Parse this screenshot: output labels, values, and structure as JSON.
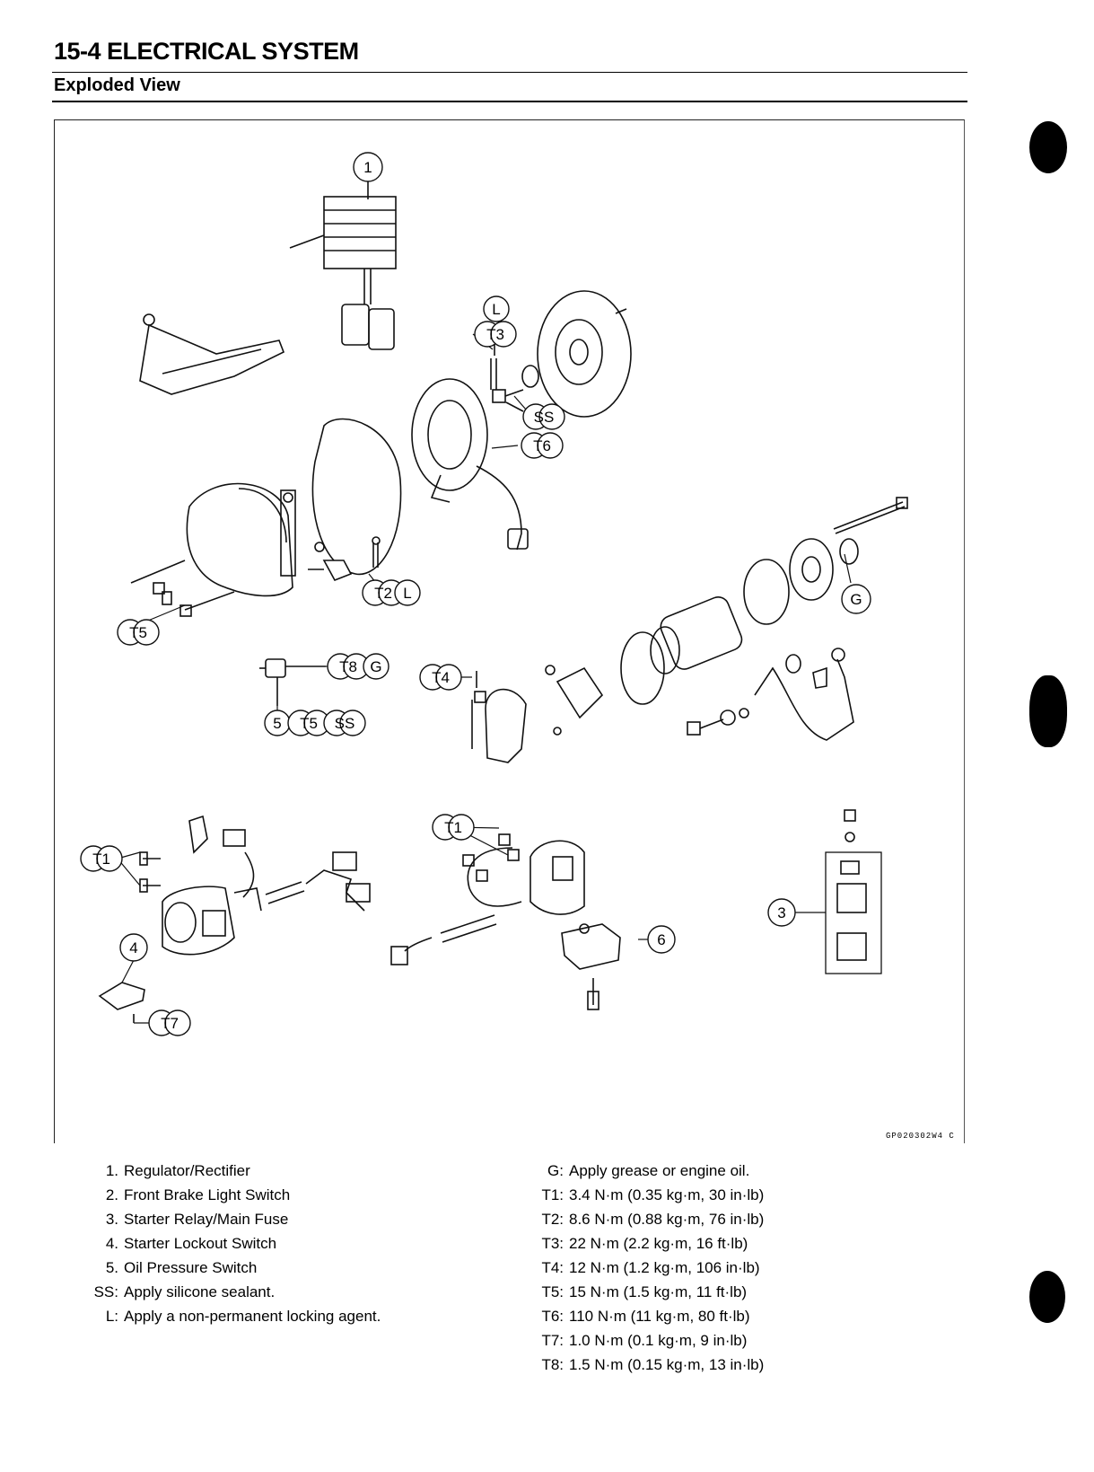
{
  "header": {
    "title": "15-4 ELECTRICAL SYSTEM",
    "subtitle": "Exploded View"
  },
  "diagram": {
    "code": "GP020302W4 C",
    "callouts": {
      "c1": "1",
      "c_l1": "L",
      "c_t3": "T3",
      "c_t6": "T6",
      "c_ss1": "SS",
      "c_t2": "T2",
      "c_l2": "L",
      "c_t5a": "T5",
      "c_g1": "G",
      "c_t8": "T8",
      "c_g2": "G",
      "c_t4": "T4",
      "c5": "5",
      "c_t5b": "T5",
      "c_ss2": "SS",
      "c_t1a": "T1",
      "c_t1b": "T1",
      "c4": "4",
      "c_t7": "T7",
      "c6": "6",
      "c3": "3"
    }
  },
  "legend_left": [
    {
      "key": "1.",
      "text": "Regulator/Rectifier"
    },
    {
      "key": "2.",
      "text": "Front Brake Light Switch"
    },
    {
      "key": "3.",
      "text": "Starter Relay/Main Fuse"
    },
    {
      "key": "4.",
      "text": "Starter Lockout Switch"
    },
    {
      "key": "5.",
      "text": "Oil Pressure Switch"
    },
    {
      "key": "SS:",
      "text": "Apply silicone sealant."
    },
    {
      "key": "L:",
      "text": "Apply a non-permanent locking agent."
    }
  ],
  "legend_right": [
    {
      "key": "G:",
      "text": "Apply grease or engine oil."
    },
    {
      "key": "T1:",
      "text": "3.4 N·m (0.35 kg·m, 30 in·lb)"
    },
    {
      "key": "T2:",
      "text": "8.6 N·m (0.88 kg·m, 76 in·lb)"
    },
    {
      "key": "T3:",
      "text": "22 N·m (2.2 kg·m, 16 ft·lb)"
    },
    {
      "key": "T4:",
      "text": "12 N·m (1.2 kg·m, 106 in·lb)"
    },
    {
      "key": "T5:",
      "text": "15 N·m (1.5 kg·m, 11 ft·lb)"
    },
    {
      "key": "T6:",
      "text": "110 N·m (11 kg·m, 80 ft·lb)"
    },
    {
      "key": "T7:",
      "text": "1.0 N·m (0.1 kg·m, 9 in·lb)"
    },
    {
      "key": "T8:",
      "text": "1.5 N·m (0.15 kg·m, 13 in·lb)"
    }
  ]
}
